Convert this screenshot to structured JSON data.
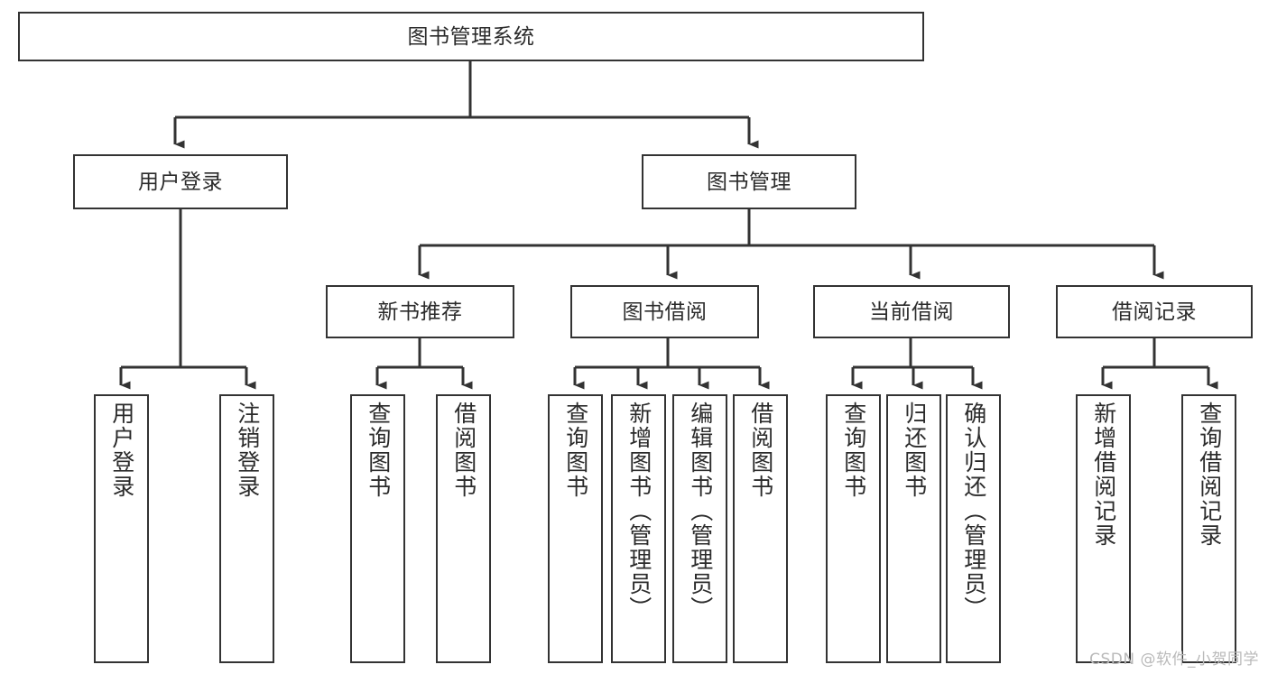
{
  "diagram": {
    "type": "tree",
    "title": "图书管理系统",
    "watermark": "CSDN @软件_小贺同学",
    "colors": {
      "box_border": "#333333",
      "box_fill": "#ffffff",
      "connector": "#333333",
      "text": "#2b2b2b",
      "watermark": "#b9b9b9",
      "background": "#ffffff"
    },
    "nodes": {
      "root": {
        "label": "图书管理系统"
      },
      "level2": [
        {
          "id": "user-login",
          "label": "用户登录"
        },
        {
          "id": "book-manage",
          "label": "图书管理"
        }
      ],
      "level3": [
        {
          "id": "new-book-recommend",
          "label": "新书推荐"
        },
        {
          "id": "book-borrow",
          "label": "图书借阅"
        },
        {
          "id": "current-borrow",
          "label": "当前借阅"
        },
        {
          "id": "borrow-record",
          "label": "借阅记录"
        }
      ],
      "leaves": {
        "user-login": [
          {
            "id": "leaf-user-login",
            "label": "用户登录"
          },
          {
            "id": "leaf-logout-login",
            "label": "注销登录"
          }
        ],
        "new-book-recommend": [
          {
            "id": "leaf-query-book-1",
            "label": "查询图书"
          },
          {
            "id": "leaf-borrow-book-1",
            "label": "借阅图书"
          }
        ],
        "book-borrow": [
          {
            "id": "leaf-query-book-2",
            "label": "查询图书"
          },
          {
            "id": "leaf-add-book",
            "label": "新增图书（管理员）"
          },
          {
            "id": "leaf-edit-book",
            "label": "编辑图书（管理员）"
          },
          {
            "id": "leaf-borrow-book-2",
            "label": "借阅图书"
          }
        ],
        "current-borrow": [
          {
            "id": "leaf-query-book-3",
            "label": "查询图书"
          },
          {
            "id": "leaf-return-book",
            "label": "归还图书"
          },
          {
            "id": "leaf-confirm-return",
            "label": "确认归还（管理员）"
          }
        ],
        "borrow-record": [
          {
            "id": "leaf-add-record",
            "label": "新增借阅记录"
          },
          {
            "id": "leaf-query-record",
            "label": "查询借阅记录"
          }
        ]
      }
    }
  }
}
